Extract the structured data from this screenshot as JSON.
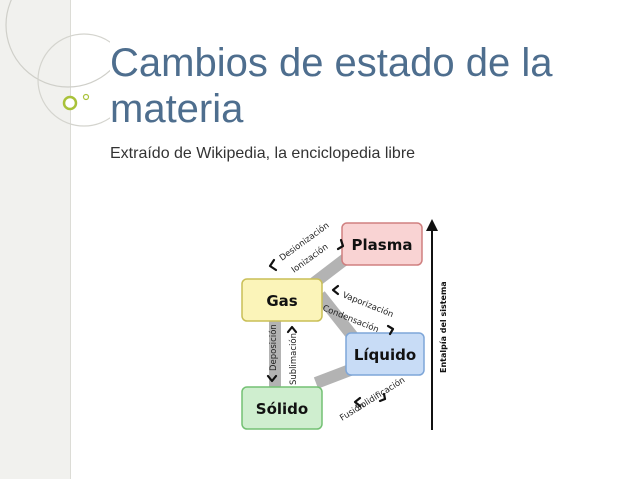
{
  "slide": {
    "title": "Cambios de estado de la materia",
    "subtitle": "Extraído de Wikipedia, la enciclopedia libre"
  },
  "diagram": {
    "states": {
      "plasma": "Plasma",
      "gas": "Gas",
      "liquido": "Líquido",
      "solido": "Sólido"
    },
    "transitions": {
      "desionizacion": "Desionización",
      "ionizacion": "Ionización",
      "vaporizacion": "Vaporización",
      "condensacion": "Condensación",
      "deposicion": "Deposición",
      "sublimacion": "Sublimación",
      "solidificacion": "Solidificación",
      "fusion": "Fusión"
    },
    "axis_label": "Entalpía del sistema",
    "colors": {
      "plasma": "#f9d3d3",
      "gas": "#fbf4b9",
      "liquido": "#c8dcf6",
      "solido": "#cfeecf"
    }
  }
}
